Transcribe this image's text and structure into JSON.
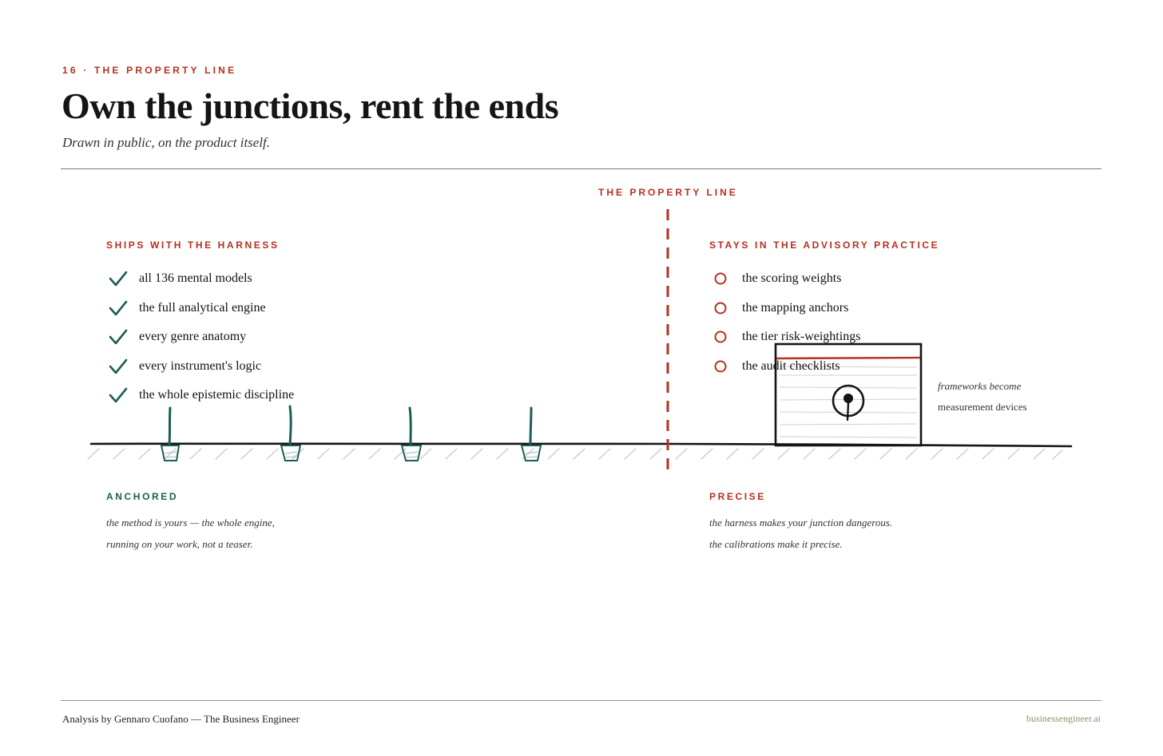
{
  "header": {
    "kicker": "16 · THE PROPERTY LINE",
    "title": "Own the junctions, rent the ends",
    "subtitle": "Drawn in public, on the product itself."
  },
  "diagram": {
    "divider_label": "THE PROPERTY LINE",
    "left": {
      "heading": "SHIPS WITH THE HARNESS",
      "items": [
        "all 136 mental models",
        "the full analytical engine",
        "every genre anatomy",
        "every instrument's logic",
        "the whole epistemic discipline"
      ],
      "caption_heading": "ANCHORED",
      "caption_lines": [
        "the method is yours — the whole engine,",
        "running on your work, not a teaser."
      ]
    },
    "right": {
      "heading": "STAYS IN THE ADVISORY PRACTICE",
      "items": [
        "the scoring weights",
        "the mapping anchors",
        "the tier risk-weightings",
        "the audit checklists"
      ],
      "box_note_lines": [
        "frameworks become",
        "measurement devices"
      ],
      "caption_heading": "PRECISE",
      "caption_lines": [
        "the harness makes your junction dangerous.",
        "the calibrations make it precise."
      ]
    },
    "icons": {
      "left_item": "checkmark-icon",
      "right_item": "open-circle-icon",
      "stakes": "planted-stake-icon",
      "gauge": "measurement-gauge-icon"
    },
    "colors": {
      "accent_red": "#b5301f",
      "anchor_green": "#1c5e55",
      "ink": "#151515"
    }
  },
  "footer": {
    "credit": "Analysis by Gennaro Cuofano — The Business Engineer",
    "site": "businessengineer.ai"
  }
}
